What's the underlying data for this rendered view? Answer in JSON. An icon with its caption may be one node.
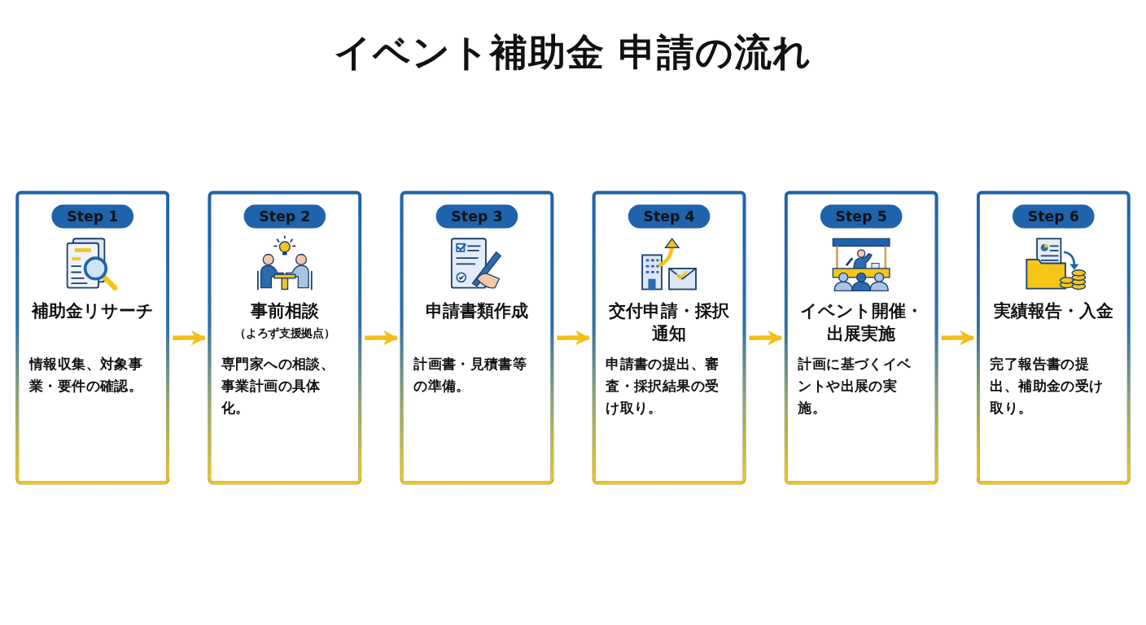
{
  "diagram": {
    "title": "イベント補助金 申請の流れ",
    "nodes": [
      {
        "text": [
          "Step 1",
          "補助金リサーチ",
          "情報収集、対象事業・要件の確認。"
        ]
      },
      {
        "text": [
          "Step 2",
          "事前相談",
          "（よろず支援拠点）",
          "専門家への相談、事業計画の具体化。"
        ]
      },
      {
        "text": [
          "Step 3",
          "申請書類作成",
          "計画書・見積書等の準備。"
        ]
      },
      {
        "text": [
          "Step 4",
          "交付申請・採択通知",
          "申請書の提出、審査・採択結果の受け取り。"
        ]
      },
      {
        "text": [
          "Step 5",
          "イベント開催・出展実施",
          "計画に基づくイベントや出展の実施。"
        ]
      },
      {
        "text": [
          "Step 6",
          "実績報告・入金",
          "完了報告書の提出、補助金の受け取り。"
        ]
      }
    ],
    "edges": [
      {
        "from": 0,
        "to": 1,
        "arrow": "to"
      },
      {
        "from": 1,
        "to": 2,
        "arrow": "to"
      },
      {
        "from": 2,
        "to": 3,
        "arrow": "to"
      },
      {
        "from": 3,
        "to": 4,
        "arrow": "to"
      },
      {
        "from": 4,
        "to": 5,
        "arrow": "to"
      }
    ]
  }
}
